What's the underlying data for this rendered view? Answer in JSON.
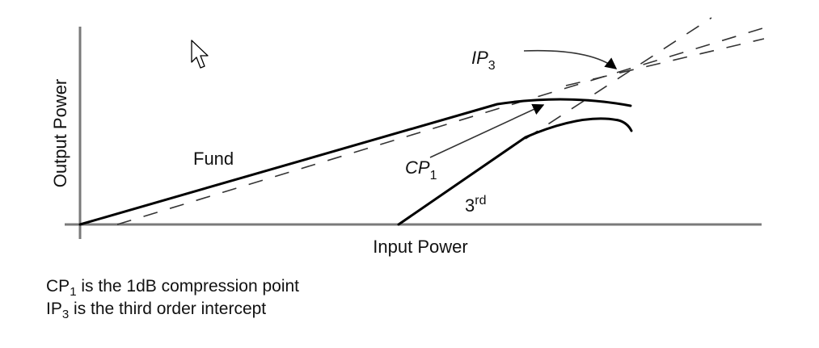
{
  "diagram": {
    "title": "Amplifier output power vs input power: 1dB compression and third order intercept",
    "axes": {
      "x_label": "Input Power",
      "y_label": "Output Power"
    },
    "curves": [
      {
        "name": "Fund",
        "label": "Fund",
        "style": "solid",
        "description": "Fundamental output, linear then compressing"
      },
      {
        "name": "3rd",
        "label_base": "3",
        "label_sup": "rd",
        "style": "solid",
        "description": "Third-order product, steeper slope then compressing"
      },
      {
        "name": "fund-extrapolation",
        "style": "dashed"
      },
      {
        "name": "third-extrapolation",
        "style": "dashed"
      }
    ],
    "annotations": {
      "ip3": {
        "base": "IP",
        "sub": "3"
      },
      "cp1": {
        "base": "CP",
        "sub": "1"
      }
    }
  },
  "notes": [
    {
      "base": "CP",
      "sub": "1",
      "text": " is the 1dB compression point"
    },
    {
      "base": "IP",
      "sub": "3",
      "text": " is the third order intercept"
    }
  ],
  "cursor": {
    "icon": "mouse-pointer-icon"
  }
}
